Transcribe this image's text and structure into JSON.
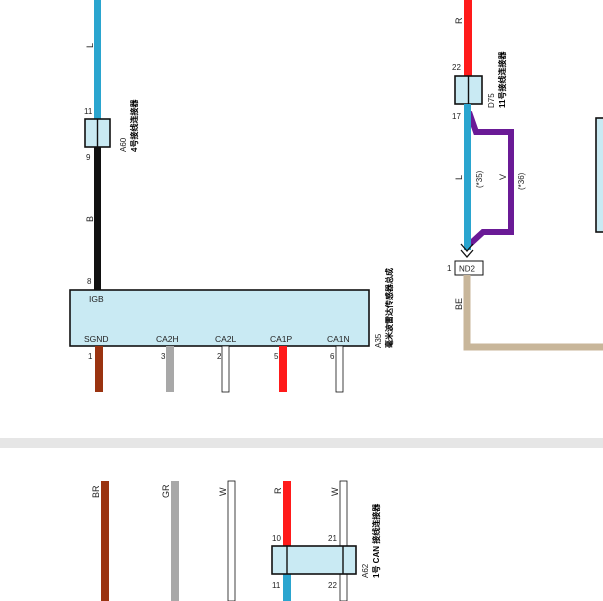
{
  "colors": {
    "L": "#2aa5cf",
    "B": "#111111",
    "R": "#ff1a1a",
    "V": "#6a1a96",
    "BE": "#c8b69a",
    "BR": "#9a3310",
    "GR": "#a8a8a8",
    "W": "#ffffff",
    "box_fill": "#c9eaf3",
    "outline": "#111111",
    "separator": "#e6e6e6"
  },
  "top": {
    "wire_L_left": "L",
    "wire_B_left": "B",
    "pin_11": "11",
    "pin_9": "9",
    "pin_8": "8",
    "connector_A60": {
      "id": "A60",
      "desc": "4号接线连接器"
    },
    "ecu": {
      "igb": "IGB",
      "signals": [
        "SGND",
        "CA2H",
        "CA2L",
        "CA1P",
        "CA1N"
      ],
      "pins": [
        "1",
        "3",
        "2",
        "5",
        "6"
      ],
      "id": "A35",
      "desc": "毫米波雷达传感器总成"
    },
    "right": {
      "wire_R": "R",
      "pin_22": "22",
      "pin_17": "17",
      "connector_D75": {
        "id": "D75",
        "desc": "11号接线连接器"
      },
      "wire_L": "L",
      "note_35": "(*35)",
      "wire_V": "V",
      "note_36": "(*36)",
      "pin_1": "1",
      "nd2": "ND2",
      "wire_BE": "BE"
    }
  },
  "bottom": {
    "wire_labels": [
      "BR",
      "GR",
      "W",
      "R",
      "W"
    ],
    "pin_10": "10",
    "pin_21": "21",
    "pin_11": "11",
    "pin_22": "22",
    "connector_A62": {
      "id": "A62",
      "desc": "1号 CAN 接线连接器"
    }
  }
}
